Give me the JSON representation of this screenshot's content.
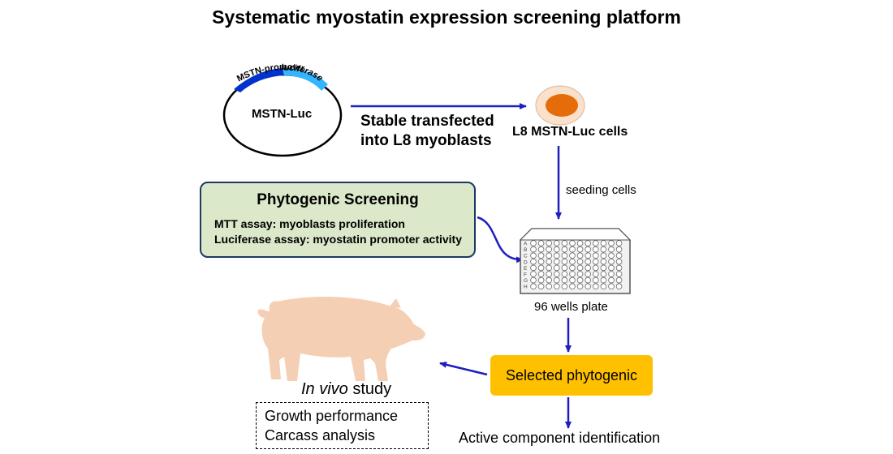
{
  "title": "Systematic myostatin expression screening platform",
  "plasmid": {
    "name": "MSTN-Luc",
    "promoter_label": "MSTN-promoter",
    "luciferase_label": "luciferase",
    "promoter_color": "#0033cc",
    "luciferase_color": "#33b5ff"
  },
  "transfection": {
    "line1": "Stable transfected",
    "line2": "into L8 myoblasts"
  },
  "cells": {
    "label": "L8 MSTN-Luc cells",
    "cytoplasm_color": "#fbe0cc",
    "nucleus_color": "#e46c0a"
  },
  "seeding": {
    "label": "seeding cells"
  },
  "screening": {
    "title": "Phytogenic Screening",
    "line1": "MTT assay: myoblasts proliferation",
    "line2": "Luciferase assay: myostatin promoter activity",
    "fill_color": "#dbe8c9",
    "border_color": "#1f3864"
  },
  "plate": {
    "label": "96 wells plate",
    "row_letters": [
      "A",
      "B",
      "C",
      "D",
      "E",
      "F",
      "G",
      "H"
    ],
    "rows": 8,
    "columns": 12
  },
  "selected": {
    "label": "Selected phytogenic",
    "fill_color": "#ffc000"
  },
  "invivo": {
    "italic": "In vivo",
    "rest": " study",
    "pig_color": "#f4cfb4"
  },
  "outcomes": {
    "line1": "Growth performance",
    "line2": "Carcass analysis"
  },
  "active": {
    "label": "Active component identification"
  },
  "arrow_color": "#1f1fbf"
}
